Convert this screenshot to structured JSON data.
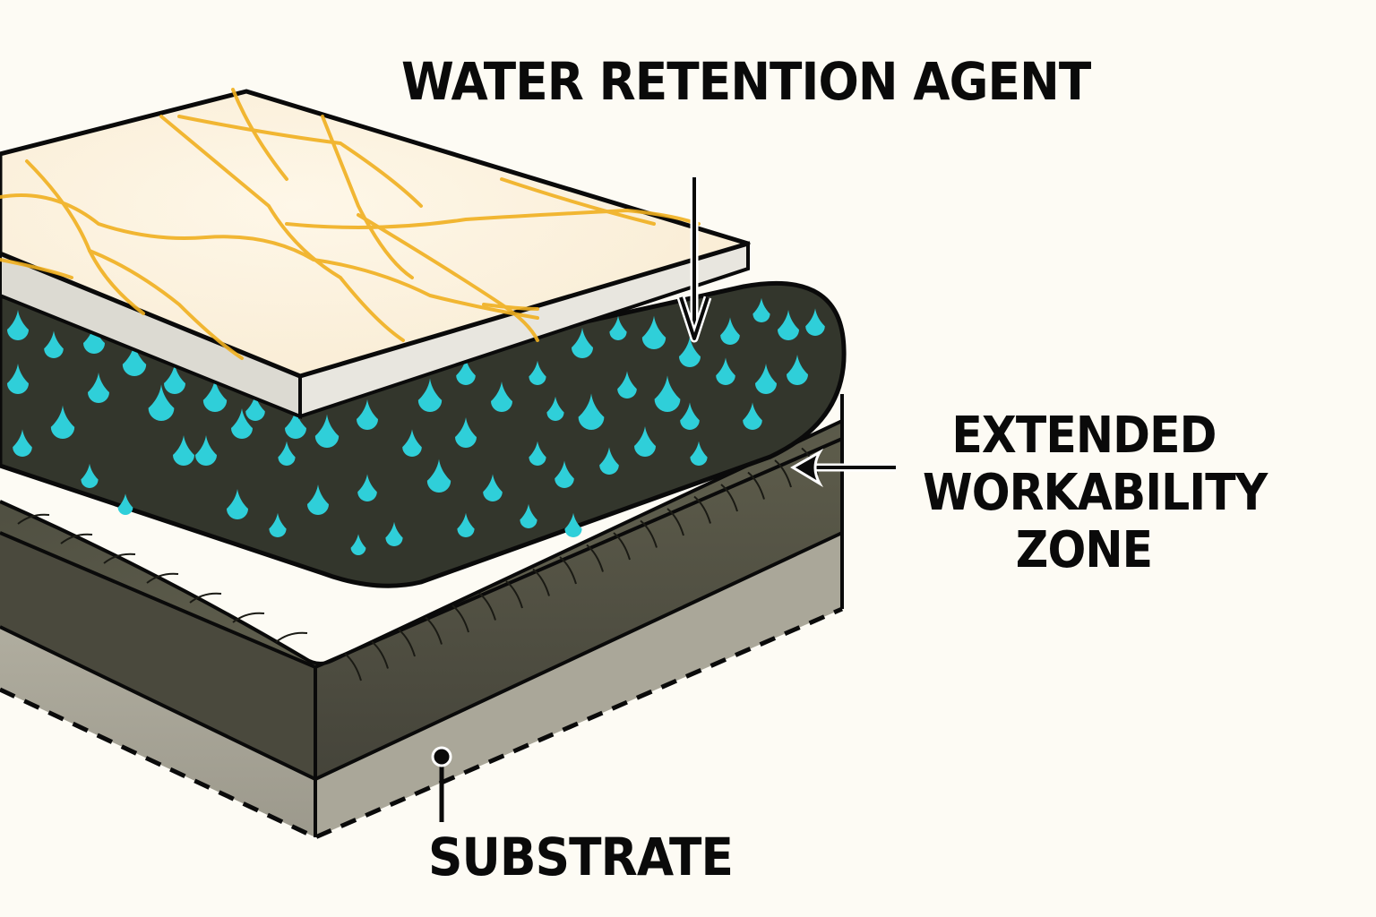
{
  "diagram": {
    "title": "Tile installation layers with water retention agent",
    "labels": {
      "water_retention_agent": "WATER RETENTION AGENT",
      "extended_workability_zone": [
        "EXTENDED",
        "WORKABILITY",
        "ZONE"
      ],
      "substrate": "SUBSTRATE"
    },
    "layers": [
      {
        "name": "marble-tile",
        "description": "Marble tile with gold veining",
        "color": "#fbf1de",
        "vein_color": "#f0b020",
        "edge_color": "#e6e4dd"
      },
      {
        "name": "mortar-with-water-droplets",
        "description": "Dark mortar bed containing water droplets",
        "color": "#33362c",
        "droplet_color": "#2fcfd9"
      },
      {
        "name": "extended-workability-zone",
        "description": "Textured mortar layer",
        "color": "#5c5c4c"
      },
      {
        "name": "substrate",
        "description": "Gray substrate with dashed bottom edge",
        "color": "#a8a598"
      }
    ],
    "colors": {
      "background": "#fdfbf4",
      "outline": "#0a0a0a",
      "text": "#0a0a0a"
    }
  }
}
